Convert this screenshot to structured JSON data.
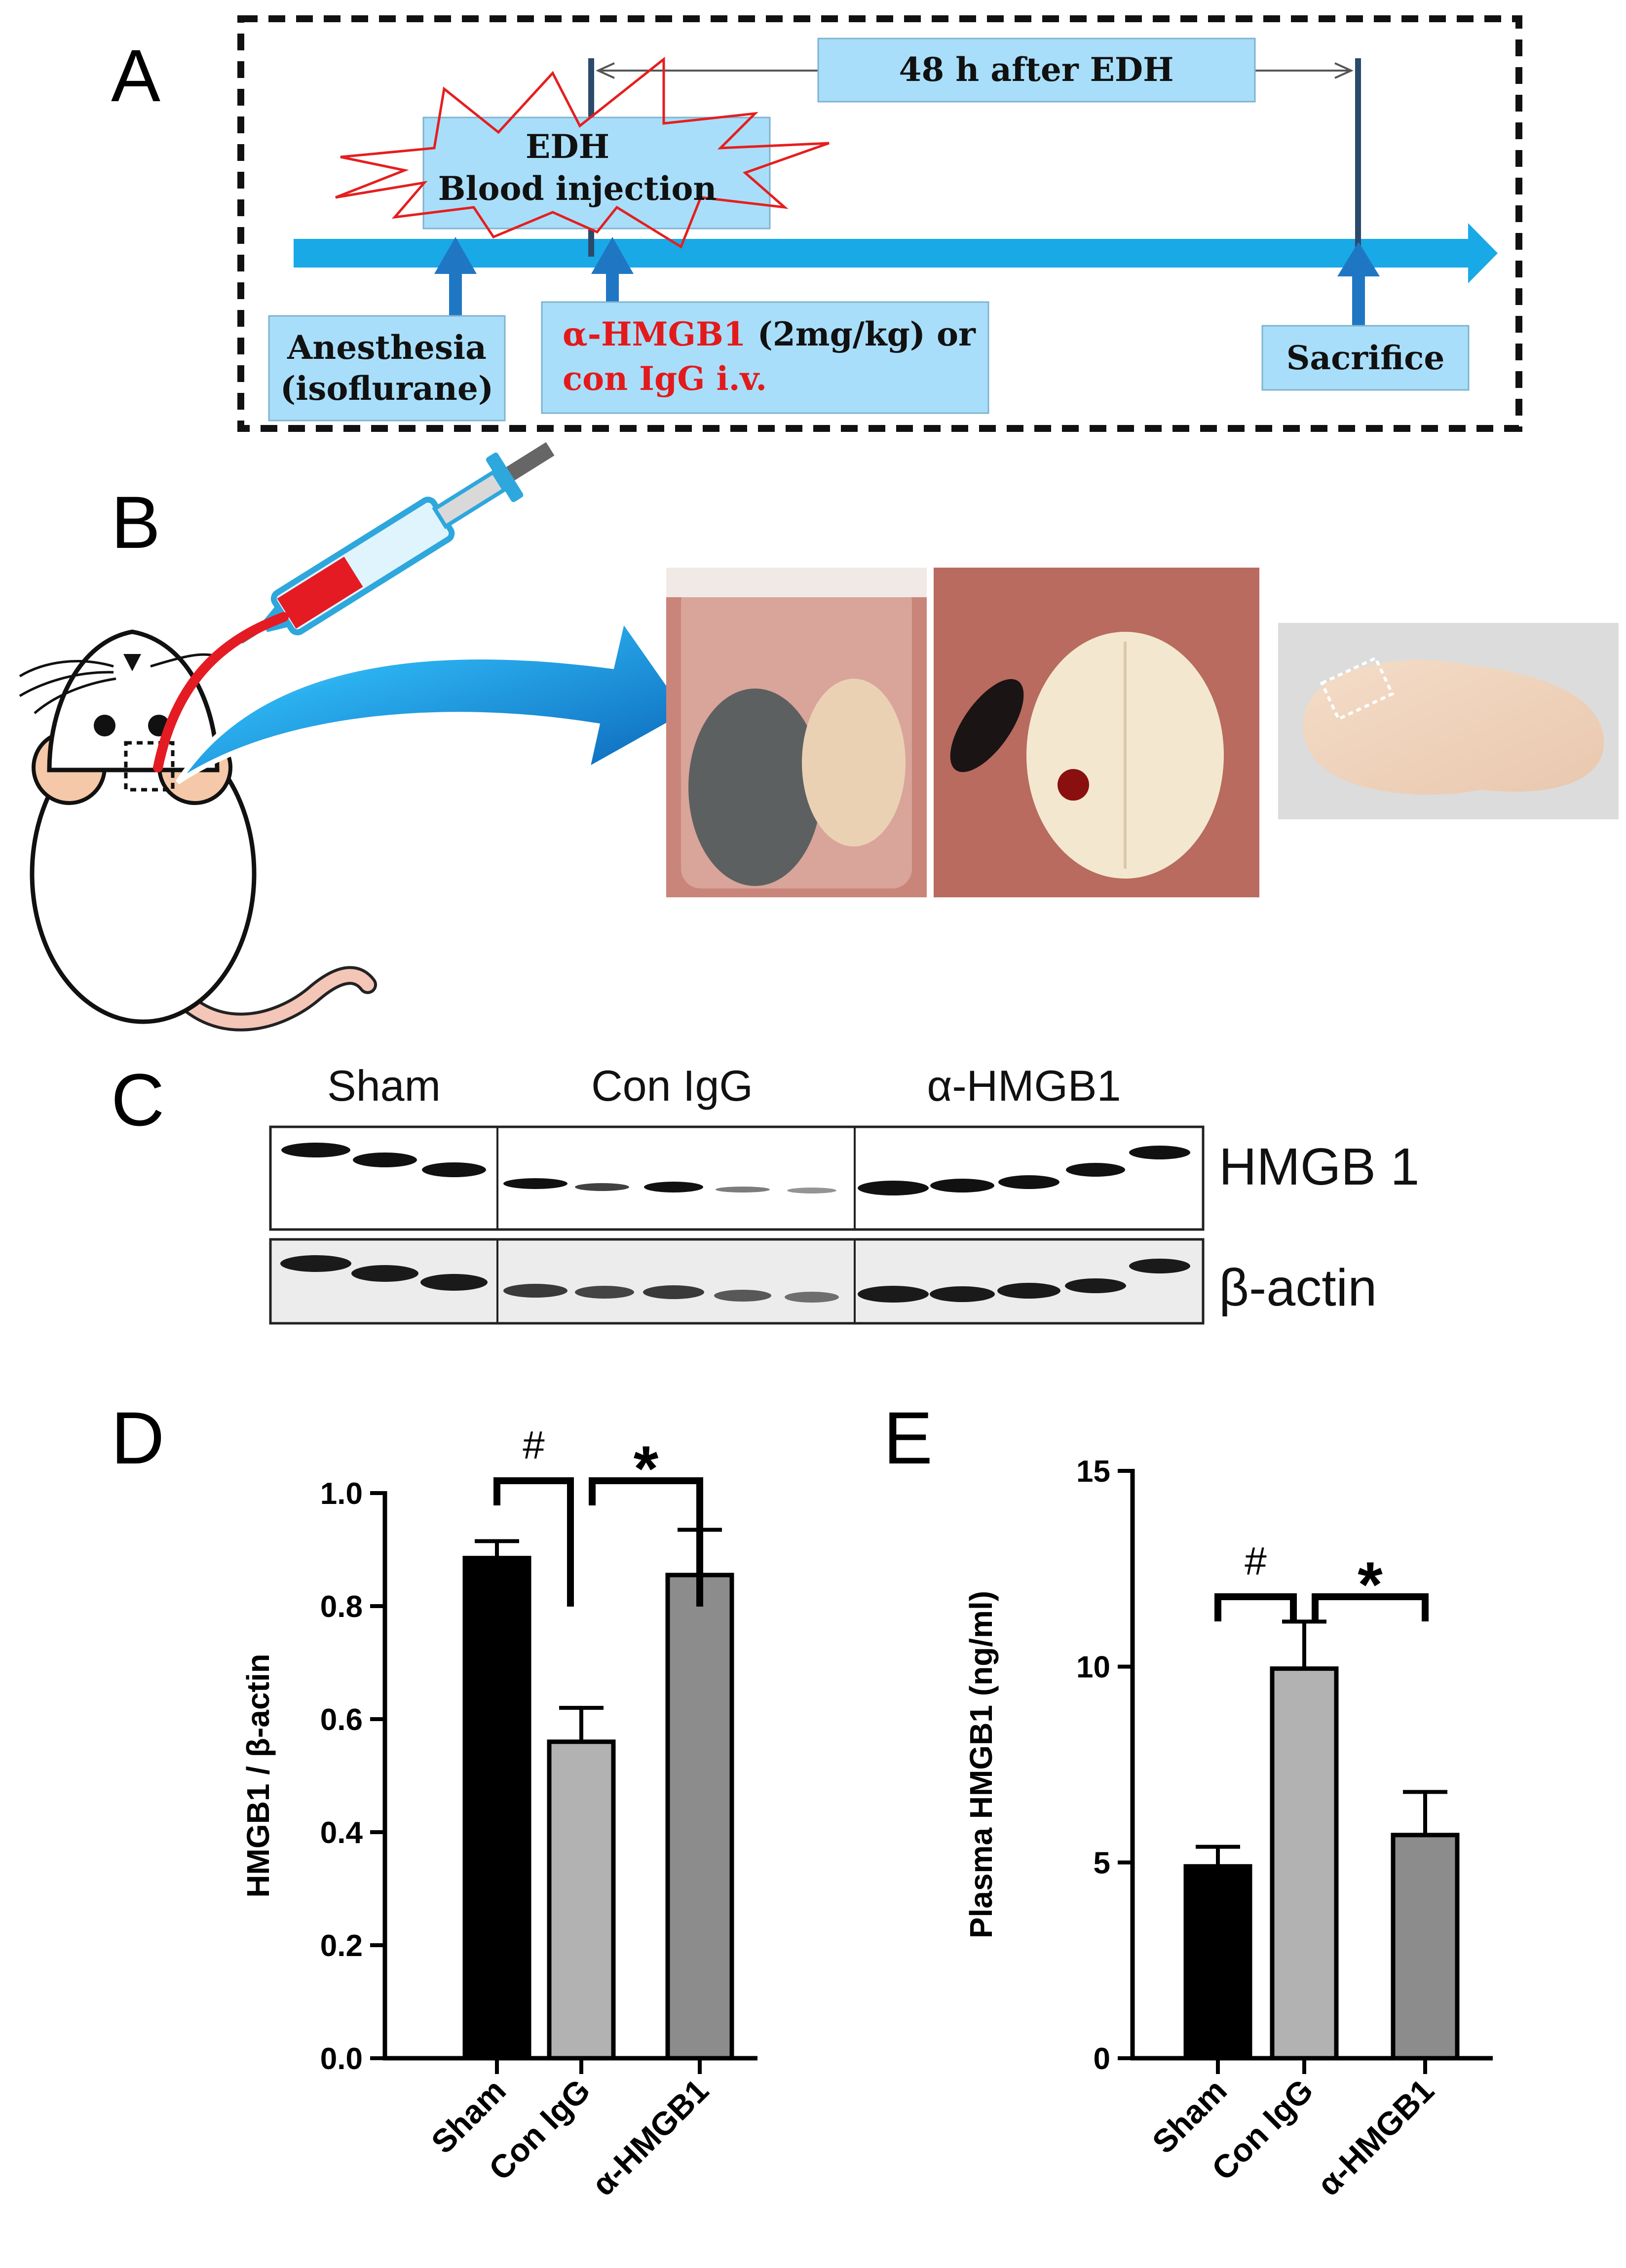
{
  "panels": {
    "A": "A",
    "B": "B",
    "C": "C",
    "D": "D",
    "E": "E"
  },
  "timeline": {
    "interval_label": "48 h after EDH",
    "edh_line1": "EDH",
    "edh_line2": "Blood injection",
    "anesthesia_line1": "Anesthesia",
    "anesthesia_line2": "(isoflurane)",
    "treatment_red1": "α-HMGB1",
    "treatment_black1": " (2mg/kg) or",
    "treatment_red2": "con IgG  i.v.",
    "sacrifice": "Sacrifice",
    "colors": {
      "arrow": "#19a9e6",
      "box": "#a8def9",
      "marker": "#1f77c4",
      "burst": "#e61e1e",
      "red_text": "#e31a1c"
    }
  },
  "western_blot": {
    "lanes": [
      "Sham",
      "Con IgG",
      "α-HMGB1"
    ],
    "proteins": [
      "HMGB 1",
      "β-actin"
    ]
  },
  "chart_data": [
    {
      "type": "bar",
      "panel": "D",
      "categories": [
        "Sham",
        "Con IgG",
        "α-HMGB1"
      ],
      "values": [
        0.885,
        0.56,
        0.855
      ],
      "errors": [
        0.03,
        0.06,
        0.08
      ],
      "colors": [
        "#000000",
        "#b2b2b2",
        "#8c8c8c"
      ],
      "ylabel": "HMGB1 / β-actin",
      "ylim": [
        0,
        1.0
      ],
      "yticks": [
        "0.0",
        "0.2",
        "0.4",
        "0.6",
        "0.8",
        "1.0"
      ],
      "ytick_values": [
        0,
        0.2,
        0.4,
        0.6,
        0.8,
        1.0
      ],
      "significance": [
        {
          "between": [
            0,
            1
          ],
          "label": "#"
        },
        {
          "between": [
            1,
            2
          ],
          "label": "*"
        }
      ]
    },
    {
      "type": "bar",
      "panel": "E",
      "categories": [
        "Sham",
        "Con IgG",
        "α-HMGB1"
      ],
      "values": [
        4.9,
        9.95,
        5.7
      ],
      "errors": [
        0.5,
        1.2,
        1.1
      ],
      "colors": [
        "#000000",
        "#b2b2b2",
        "#8c8c8c"
      ],
      "ylabel": "Plasma HMGB1 (ng/ml)",
      "ylim": [
        0,
        15
      ],
      "yticks": [
        "0",
        "5",
        "10",
        "15"
      ],
      "ytick_values": [
        0,
        5,
        10,
        15
      ],
      "significance": [
        {
          "between": [
            0,
            1
          ],
          "label": "#"
        },
        {
          "between": [
            1,
            2
          ],
          "label": "*"
        }
      ]
    }
  ]
}
